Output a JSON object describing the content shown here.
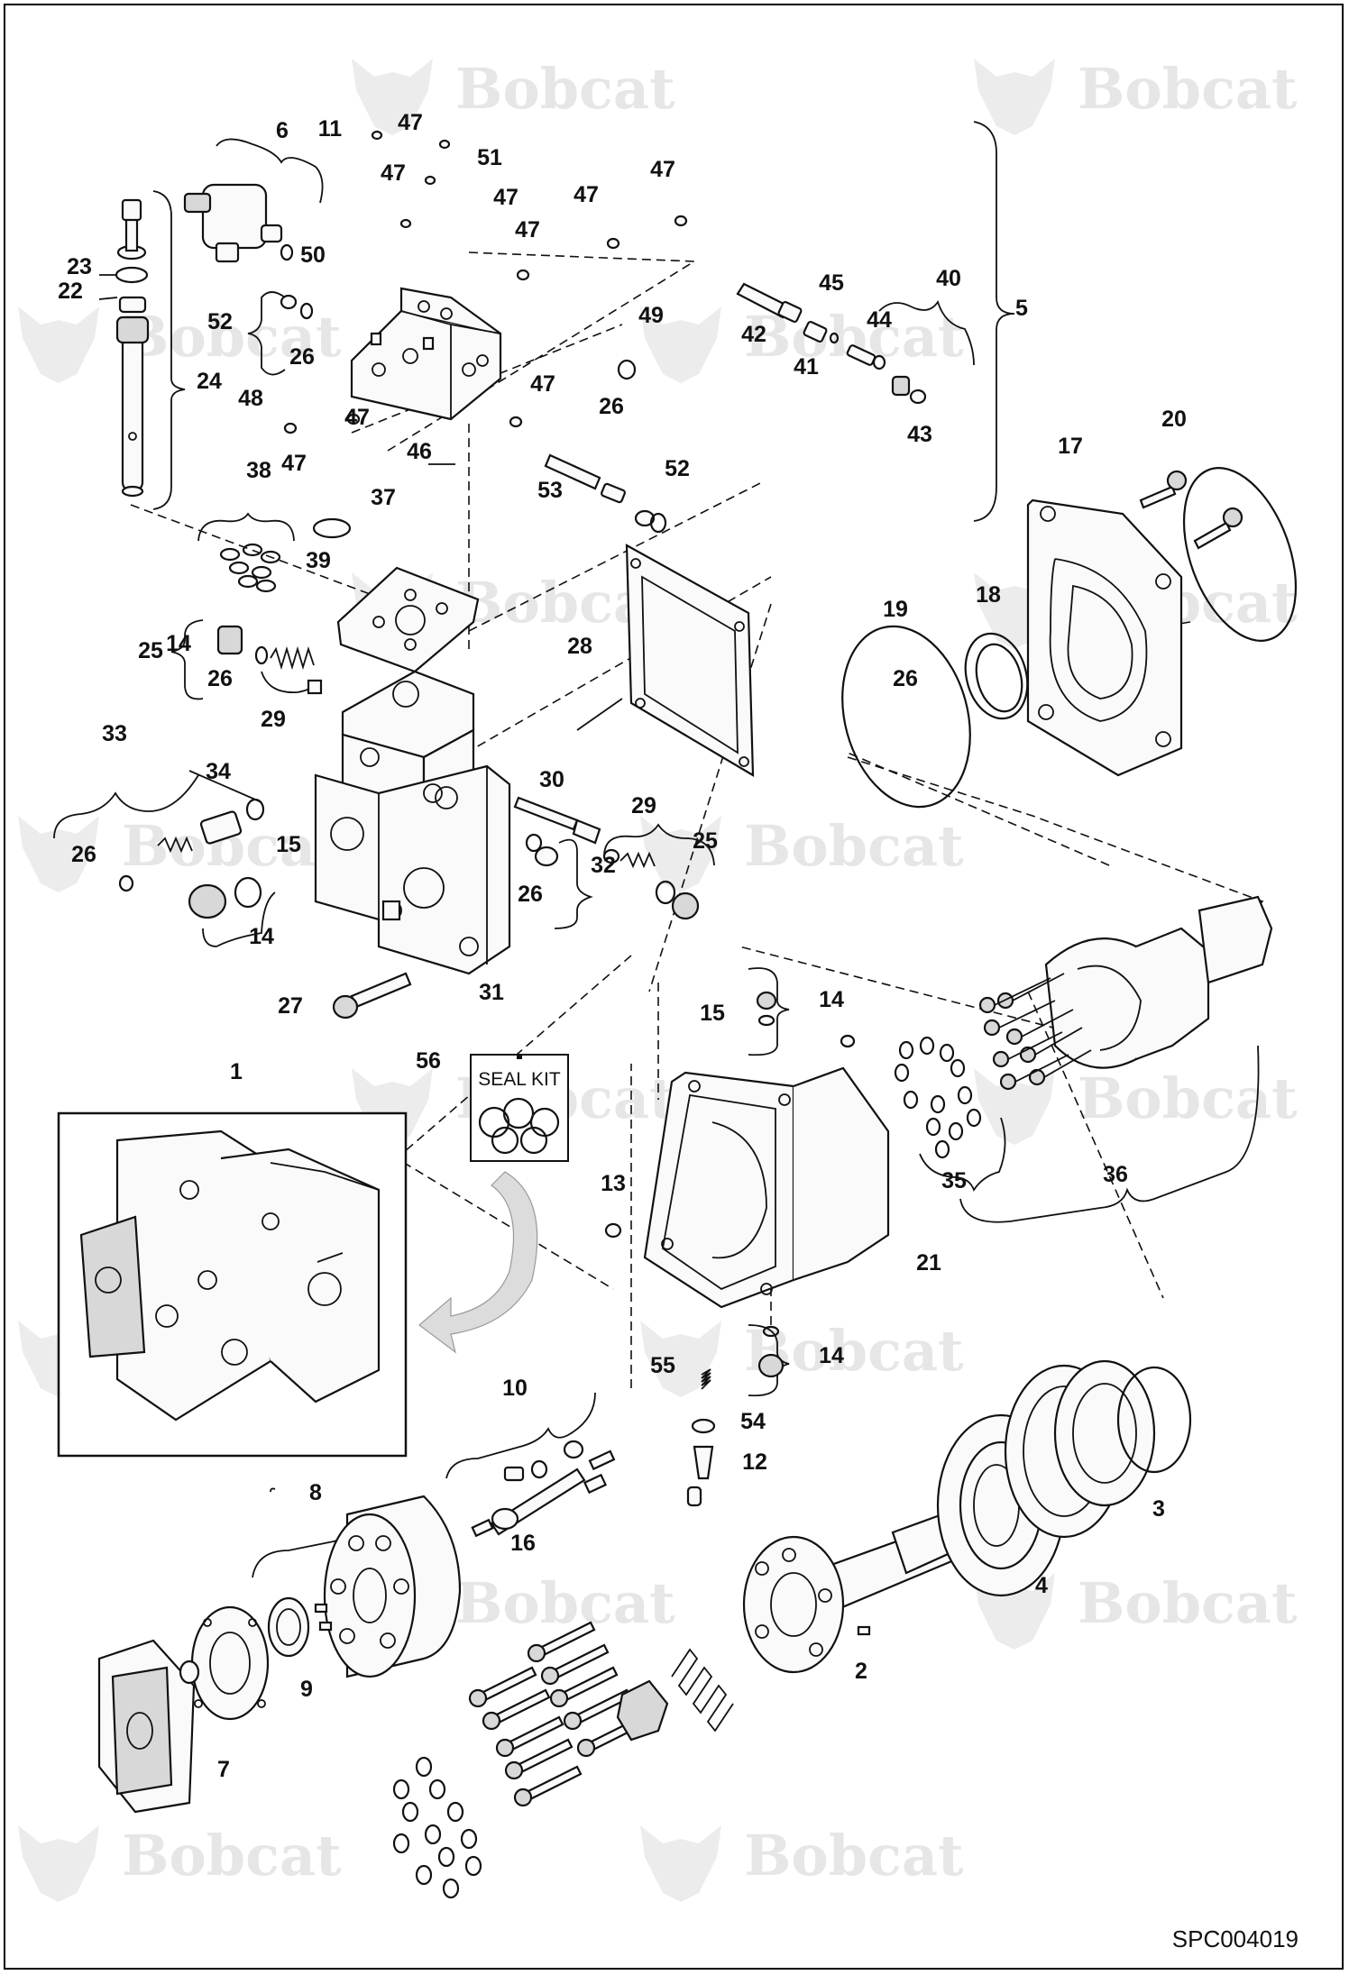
{
  "watermark": {
    "text": "Bobcat"
  },
  "drawing_code": "SPC004019",
  "seal_kit_label": "SEAL KIT",
  "callouts": [
    "1",
    "2",
    "3",
    "4",
    "5",
    "6",
    "7",
    "8",
    "9",
    "10",
    "11",
    "12",
    "13",
    "14",
    "14",
    "14",
    "14",
    "15",
    "15",
    "16",
    "17",
    "18",
    "19",
    "20",
    "21",
    "22",
    "23",
    "24",
    "25",
    "25",
    "26",
    "26",
    "26",
    "26",
    "26",
    "26",
    "27",
    "28",
    "29",
    "29",
    "30",
    "31",
    "32",
    "33",
    "34",
    "35",
    "36",
    "37",
    "38",
    "39",
    "40",
    "41",
    "42",
    "43",
    "44",
    "45",
    "46",
    "47",
    "47",
    "47",
    "47",
    "47",
    "47",
    "47",
    "47",
    "47",
    "48",
    "49",
    "50",
    "51",
    "52",
    "52",
    "53",
    "54",
    "55",
    "56"
  ]
}
